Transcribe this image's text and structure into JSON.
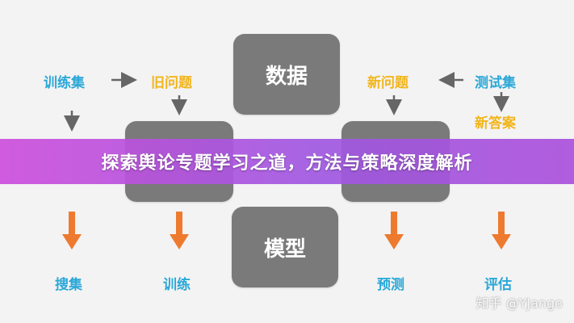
{
  "center_boxes": {
    "top": "数据",
    "bottom": "模型",
    "left": "",
    "right": ""
  },
  "left_flow": {
    "source": "训练集",
    "target": "旧问题",
    "bottom_left": "搜集",
    "bottom_right": "训练"
  },
  "right_flow": {
    "source": "测试集",
    "target": "新问题",
    "extra": "新答案",
    "bottom_left": "预测",
    "bottom_right": "评估"
  },
  "banner": {
    "title": "探索舆论专题学习之道，方法与策略深度解析",
    "partial_hidden_text": "法"
  },
  "watermark": "知乎 @YJango",
  "colors": {
    "box": "#7a7a7a",
    "blue_label": "#2aa8d8",
    "yellow_label": "#f2b51c",
    "arrow_gray": "#666666",
    "arrow_orange": "#ee7a2f",
    "banner": "#c84fdc"
  }
}
